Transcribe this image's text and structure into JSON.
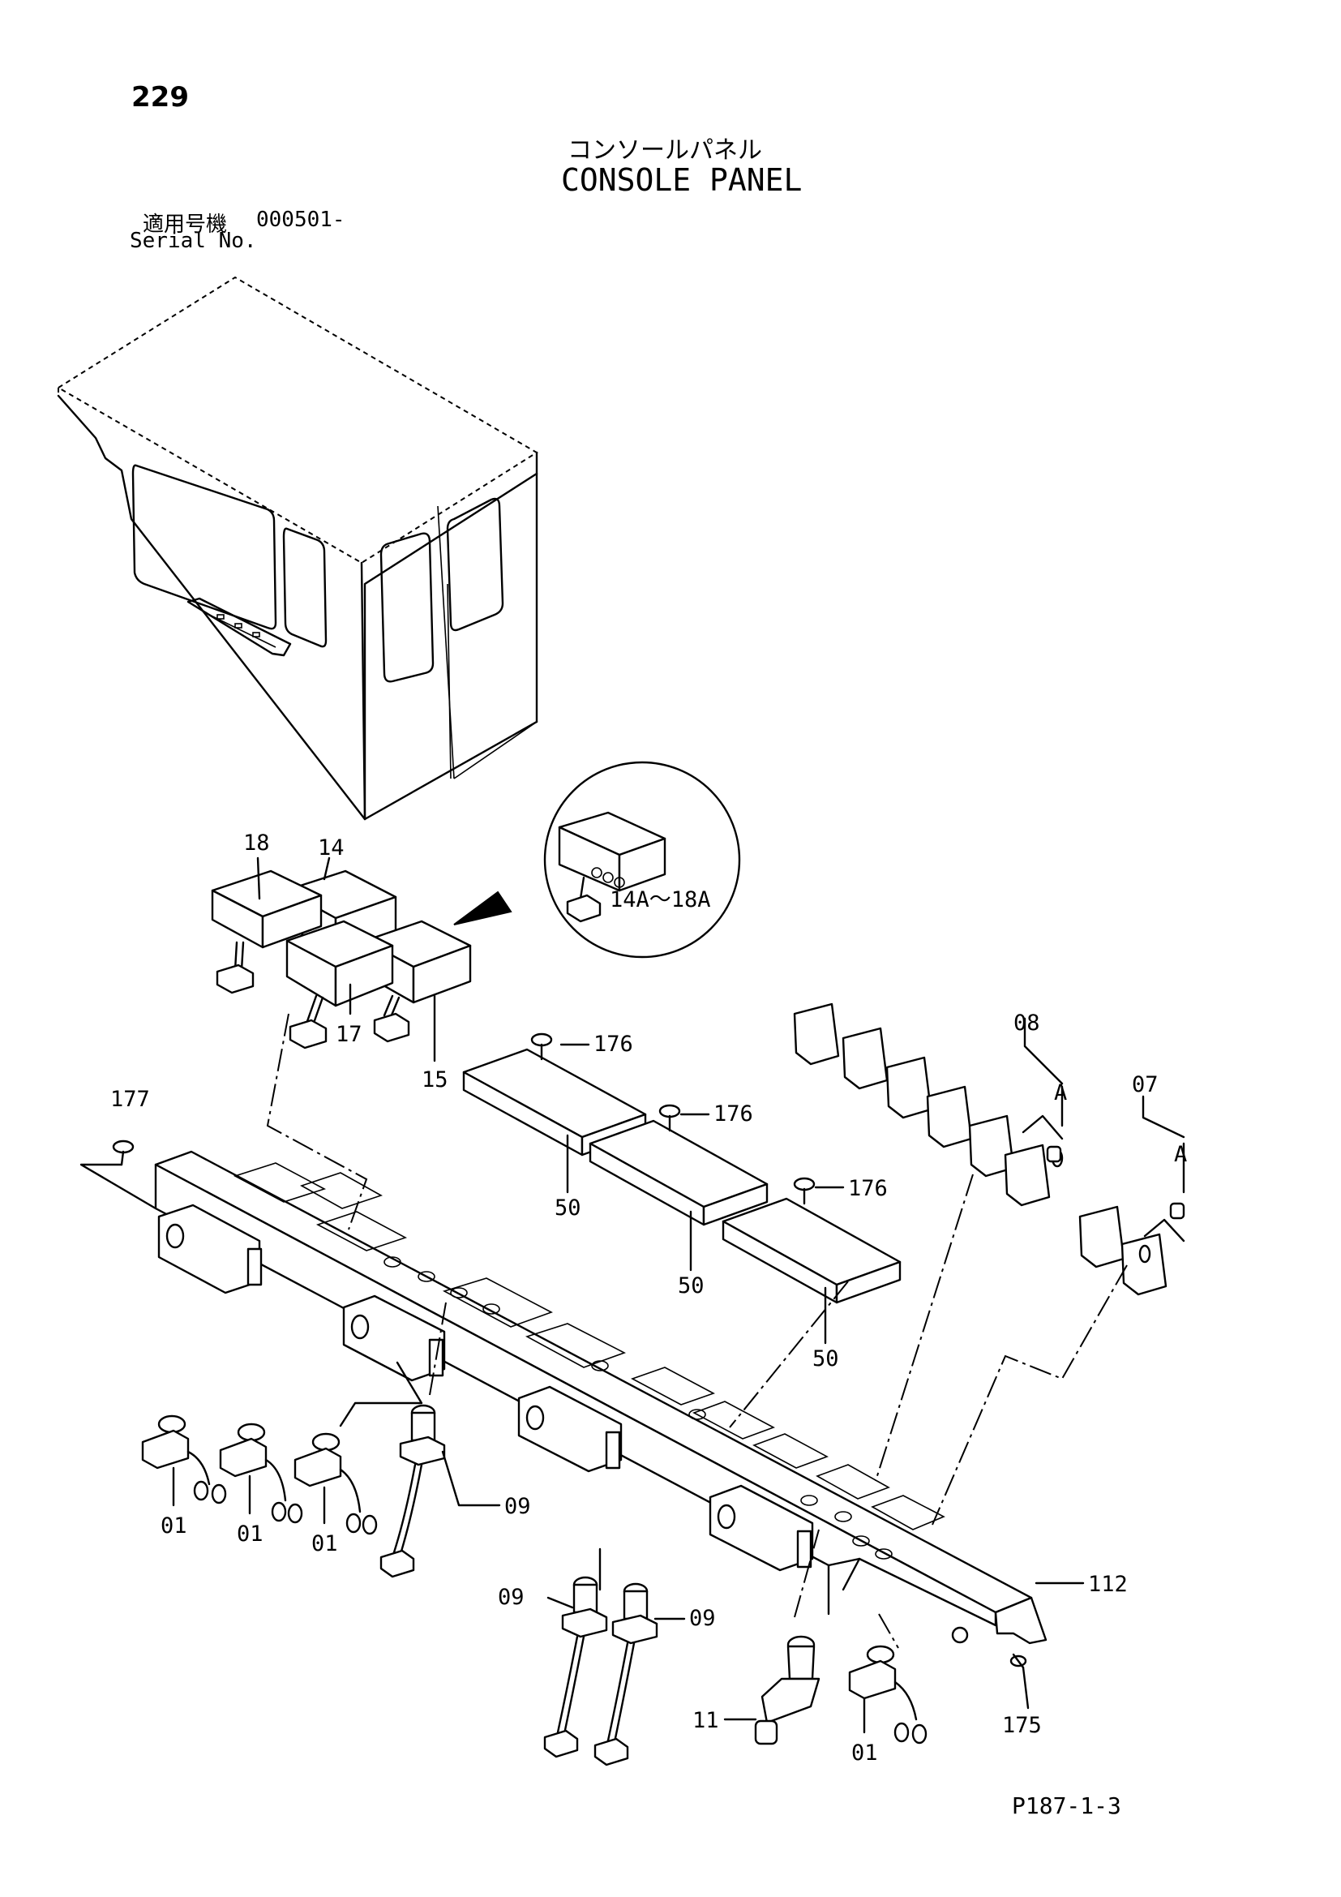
{
  "header": {
    "page_number": "229",
    "title_ja": "コンソールパネル",
    "title_en": "CONSOLE PANEL",
    "serial_label_ja": "適用号機",
    "serial_number": "000501-",
    "serial_label_en": "Serial No."
  },
  "callouts": [
    {
      "id": "c18",
      "label": "18"
    },
    {
      "id": "c14",
      "label": "14"
    },
    {
      "id": "c17",
      "label": "17"
    },
    {
      "id": "c15",
      "label": "15"
    },
    {
      "id": "c14a18a",
      "label": "14A～18A"
    },
    {
      "id": "c176a",
      "label": "176"
    },
    {
      "id": "c176b",
      "label": "176"
    },
    {
      "id": "c176c",
      "label": "176"
    },
    {
      "id": "c50a",
      "label": "50"
    },
    {
      "id": "c50b",
      "label": "50"
    },
    {
      "id": "c50c",
      "label": "50"
    },
    {
      "id": "c177",
      "label": "177"
    },
    {
      "id": "c08",
      "label": "08"
    },
    {
      "id": "c07",
      "label": "07"
    },
    {
      "id": "cA1",
      "label": "A"
    },
    {
      "id": "cA2",
      "label": "A"
    },
    {
      "id": "c01a",
      "label": "01"
    },
    {
      "id": "c01b",
      "label": "01"
    },
    {
      "id": "c01c",
      "label": "01"
    },
    {
      "id": "c01d",
      "label": "01"
    },
    {
      "id": "c09a",
      "label": "09"
    },
    {
      "id": "c09b",
      "label": "09"
    },
    {
      "id": "c09c",
      "label": "09"
    },
    {
      "id": "c11",
      "label": "11"
    },
    {
      "id": "c112",
      "label": "112"
    },
    {
      "id": "c175",
      "label": "175"
    }
  ],
  "footer": {
    "reference_code": "P187-1-3"
  }
}
